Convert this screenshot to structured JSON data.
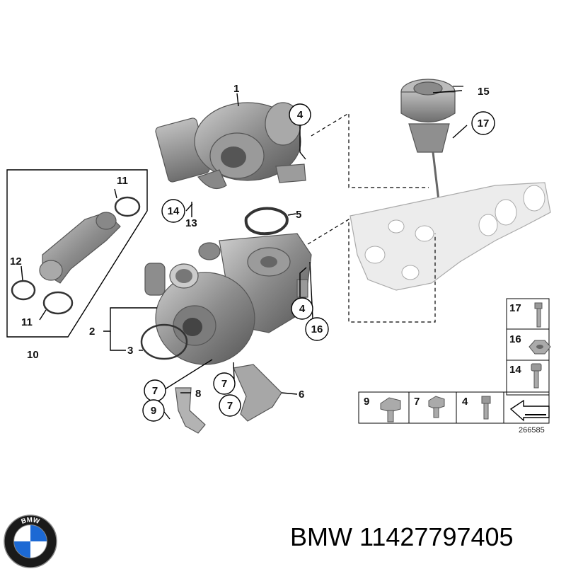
{
  "diagram": {
    "callouts": {
      "c1": "1",
      "c2": "2",
      "c3": "3",
      "c4a": "4",
      "c4b": "4",
      "c5": "5",
      "c6": "6",
      "c7a": "7",
      "c7b": "7",
      "c7c": "7",
      "c8": "8",
      "c9": "9",
      "c10": "10",
      "c11a": "11",
      "c11b": "11",
      "c12": "12",
      "c13": "13",
      "c14": "14",
      "c15": "15",
      "c16": "16",
      "c17": "17"
    },
    "fastener_table": {
      "right_column": [
        "17",
        "16",
        "14"
      ],
      "bottom_row": [
        "9",
        "7",
        "4"
      ]
    },
    "drawing_number": "266585"
  },
  "footer": {
    "brand": "BMW",
    "part_number": "11427797405",
    "logo_letters": "BMW"
  },
  "colors": {
    "part_gray": "#8a8a8a",
    "manifold_gray": "#e8e8e8",
    "logo_blue": "#1c69d4",
    "logo_ring": "#1a1a1a"
  }
}
